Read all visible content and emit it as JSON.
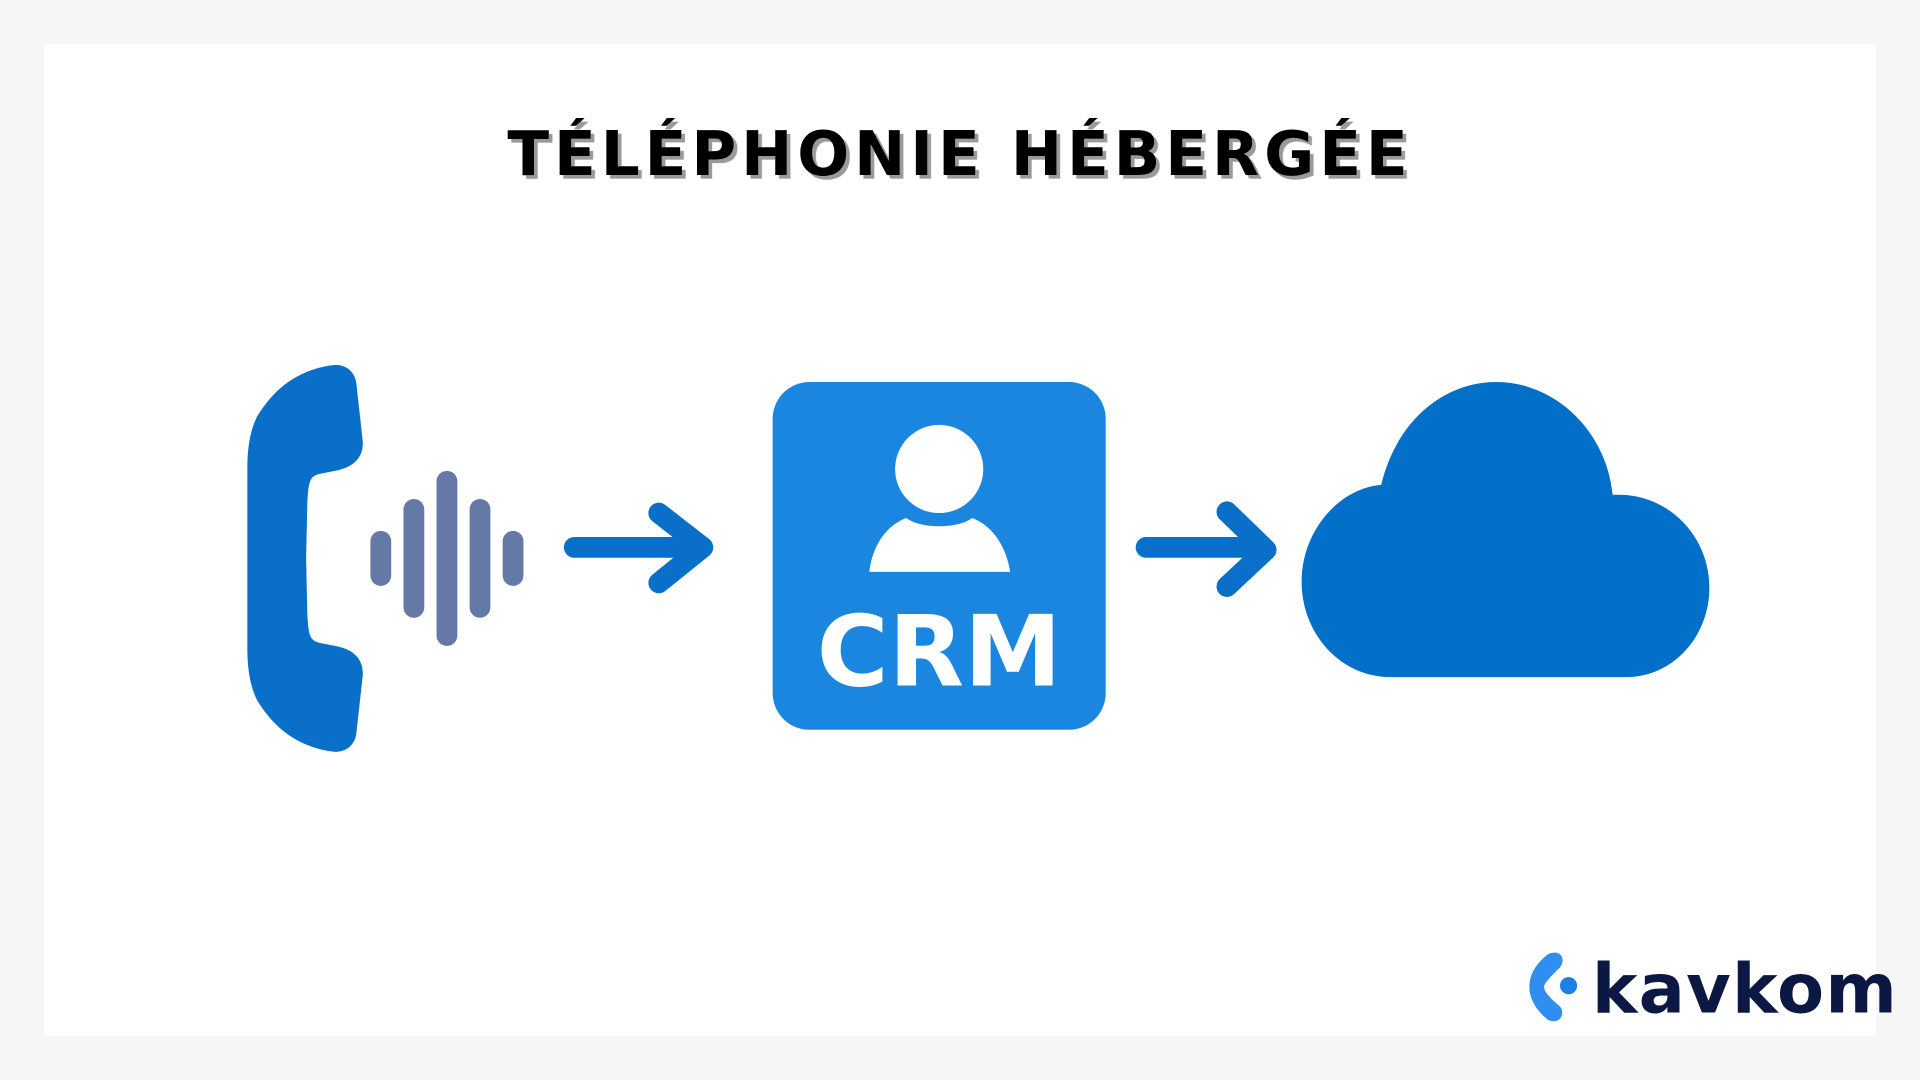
{
  "title": "TÉLÉPHONIE HÉBERGÉE",
  "crm_label": "CRM",
  "logo_text": "kavkom",
  "colors": {
    "background": "#f6f6f6",
    "panel": "#ffffff",
    "phone": "#0a6fc9",
    "sound_bars": "#6479a6",
    "arrows": "#0a6fc9",
    "crm_box": "#1a86e0",
    "cloud": "#0270c8",
    "logo_text": "#0c1844",
    "logo_mark": "#2f8ef0"
  },
  "icons": [
    "phone-icon",
    "sound-wave-icon",
    "arrow-right-icon",
    "user-icon",
    "cloud-icon",
    "kavkom-logo"
  ]
}
